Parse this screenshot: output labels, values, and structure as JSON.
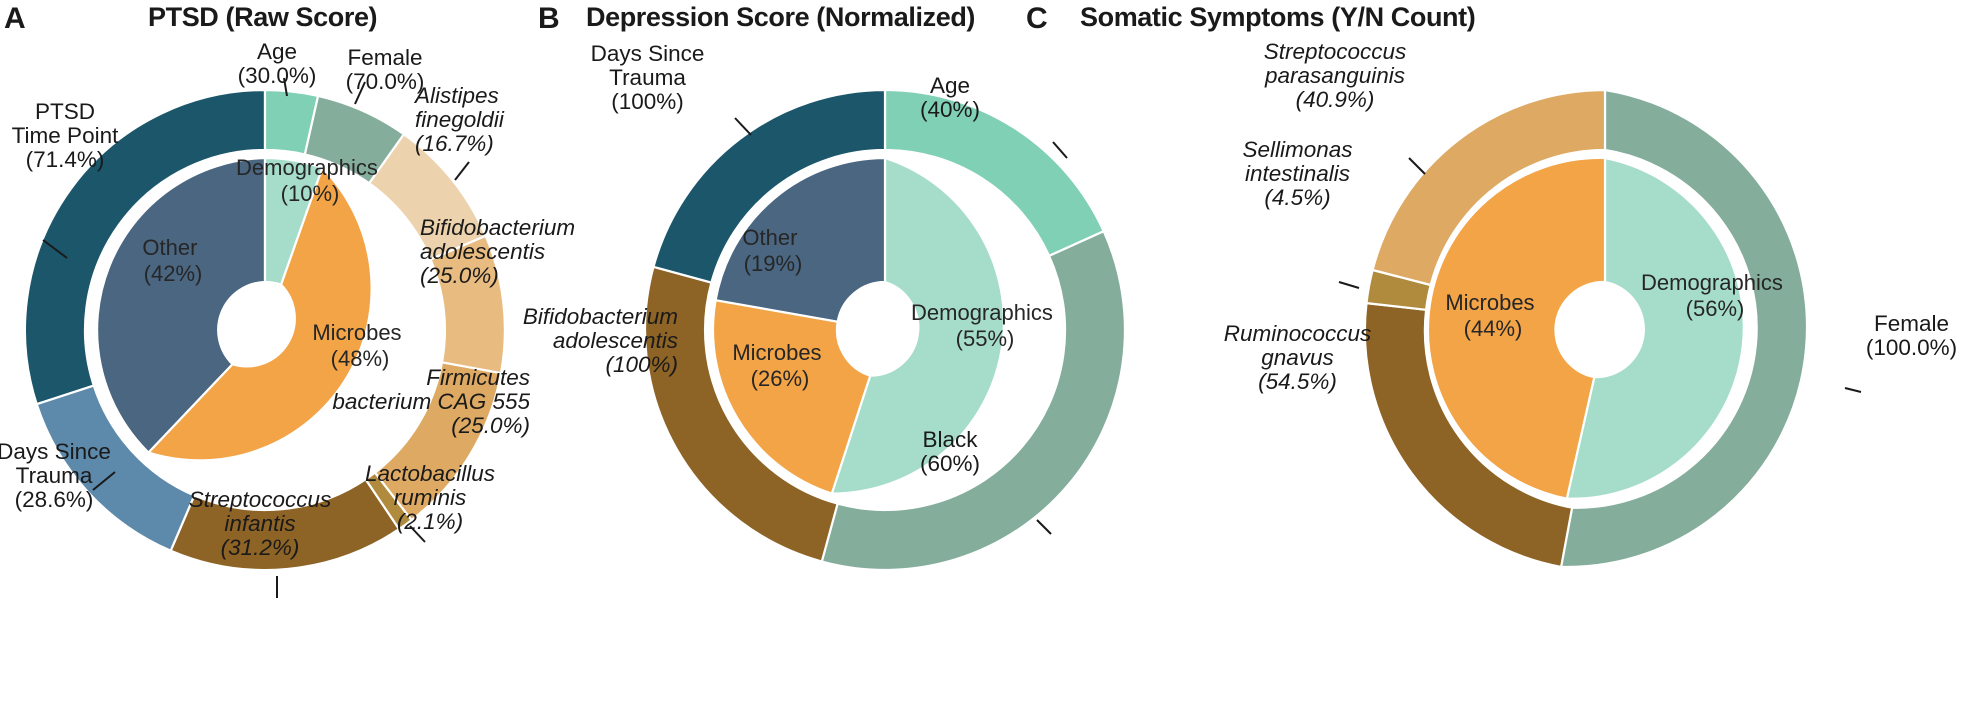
{
  "figure": {
    "background": "#ffffff",
    "palette": {
      "teal_dark": "#1b566b",
      "slate_blue": "#4a6681",
      "steel_blue": "#5d89ab",
      "mint_light": "#a6ddca",
      "mint_mid": "#7fd0b4",
      "sage_green": "#84ad9c",
      "orange": "#f2a447",
      "orange_light": "#edc793",
      "orange_mid": "#dda963",
      "brown": "#8d6326",
      "brown_mid": "#b08a3d",
      "white": "#ffffff",
      "text": "#1a1a1a"
    }
  },
  "panels": [
    {
      "letter": "A",
      "title": "PTSD (Raw Score)",
      "chart_data": {
        "type": "pie",
        "title": "PTSD (Raw Score)",
        "layout": "nested donut (sunburst), 2 rings",
        "inner_ring": {
          "labels": [
            "Other",
            "Demographics",
            "Microbes"
          ],
          "display": [
            "Other\n(42%)",
            "Demographics\n(10%)",
            "Microbes\n(48%)"
          ],
          "values": [
            42,
            10,
            48
          ],
          "colors": [
            "#4a6681",
            "#a6ddca",
            "#f2a447"
          ]
        },
        "outer_ring": {
          "labels": [
            "PTSD Time Point",
            "Days Since Trauma",
            "Age",
            "Female",
            "Alistipes finegoldii",
            "Bifidobacterium adolescentis",
            "Firmicutes bacterium CAG 555",
            "Lactobacillus ruminis",
            "Streptococcus infantis"
          ],
          "values": [
            30.0,
            12.0,
            3.0,
            7.0,
            8.0,
            12.0,
            12.0,
            1.0,
            15.0
          ],
          "percent_labels": [
            "71.4%",
            "28.6%",
            "30.0%",
            "70.0%",
            "16.7%",
            "25.0%",
            "25.0%",
            "2.1%",
            "31.2%"
          ],
          "colors": [
            "#1b566b",
            "#5d89ab",
            "#7fd0b4",
            "#84ad9c",
            "#edc793",
            "#dda963",
            "#c9913f",
            "#b08a3d",
            "#8d6326"
          ]
        }
      },
      "inner_labels": [
        {
          "name": "other",
          "line1": "Other",
          "line2": "(42%)"
        },
        {
          "name": "demographics",
          "line1": "Demographics",
          "line2": "(10%)"
        },
        {
          "name": "microbes",
          "line1": "Microbes",
          "line2": "(48%)"
        }
      ],
      "outer_labels": [
        {
          "name": "ptsd-time-point",
          "lines": [
            "PTSD",
            "Time Point",
            "(71.4%)"
          ],
          "italic": false
        },
        {
          "name": "days-since-trauma",
          "lines": [
            "Days Since",
            "Trauma",
            "(28.6%)"
          ],
          "italic": false
        },
        {
          "name": "age",
          "lines": [
            "Age",
            "(30.0%)"
          ],
          "italic": false
        },
        {
          "name": "female",
          "lines": [
            "Female",
            "(70.0%)"
          ],
          "italic": false
        },
        {
          "name": "alistipes-finegoldii",
          "lines": [
            "Alistipes",
            "finegoldii",
            "(16.7%)"
          ],
          "italic": true
        },
        {
          "name": "bifidobacterium-adolescentis",
          "lines": [
            "Bifidobacterium",
            "adolescentis",
            "(25.0%)"
          ],
          "italic": true
        },
        {
          "name": "firmicutes-bacterium-cag-555",
          "lines": [
            "Firmicutes",
            "bacterium CAG 555",
            "(25.0%)"
          ],
          "italic": true
        },
        {
          "name": "lactobacillus-ruminis",
          "lines": [
            "Lactobacillus",
            "ruminis",
            "(2.1%)"
          ],
          "italic": true
        },
        {
          "name": "streptococcus-infantis",
          "lines": [
            "Streptococcus",
            "infantis",
            "(31.2%)"
          ],
          "italic": true
        }
      ]
    },
    {
      "letter": "B",
      "title": "Depression Score (Normalized)",
      "chart_data": {
        "type": "pie",
        "title": "Depression Score (Normalized)",
        "layout": "nested donut (sunburst), 2 rings",
        "inner_ring": {
          "labels": [
            "Demographics",
            "Microbes",
            "Other"
          ],
          "display": [
            "Demographics\n(55%)",
            "Microbes\n(26%)",
            "Other\n(19%)"
          ],
          "values": [
            55,
            26,
            19
          ],
          "colors": [
            "#a6ddca",
            "#f2a447",
            "#4a6681"
          ]
        },
        "outer_ring": {
          "labels": [
            "Age",
            "Black",
            "Bifidobacterium adolescentis",
            "Days Since Trauma"
          ],
          "values": [
            22,
            33,
            26,
            19
          ],
          "percent_labels": [
            "40%",
            "60%",
            "100%",
            "100%"
          ],
          "colors": [
            "#7fd0b4",
            "#84ad9c",
            "#8d6326",
            "#1b566b"
          ]
        }
      },
      "inner_labels": [
        {
          "name": "demographics",
          "line1": "Demographics",
          "line2": "(55%)"
        },
        {
          "name": "microbes",
          "line1": "Microbes",
          "line2": "(26%)"
        },
        {
          "name": "other",
          "line1": "Other",
          "line2": "(19%)"
        }
      ],
      "outer_labels": [
        {
          "name": "days-since-trauma",
          "lines": [
            "Days Since",
            "Trauma",
            "(100%)"
          ],
          "italic": false
        },
        {
          "name": "age",
          "lines": [
            "Age",
            "(40%)"
          ],
          "italic": false
        },
        {
          "name": "black",
          "lines": [
            "Black",
            "(60%)"
          ],
          "italic": false
        },
        {
          "name": "bifidobacterium-adolescentis",
          "lines": [
            "Bifidobacterium",
            "adolescentis",
            "(100%)"
          ],
          "italic": true
        }
      ]
    },
    {
      "letter": "C",
      "title": "Somatic Symptoms (Y/N Count)",
      "chart_data": {
        "type": "pie",
        "title": "Somatic Symptoms (Y/N Count)",
        "layout": "nested donut (sunburst), 2 rings",
        "inner_ring": {
          "labels": [
            "Demographics",
            "Microbes"
          ],
          "display": [
            "Demographics\n(56%)",
            "Microbes\n(44%)"
          ],
          "values": [
            56,
            44
          ],
          "colors": [
            "#a6ddca",
            "#f2a447"
          ]
        },
        "outer_ring": {
          "labels": [
            "Female",
            "Streptococcus parasanguinis",
            "Sellimonas intestinalis",
            "Ruminococcus gnavus"
          ],
          "values": [
            56,
            18.0,
            2.0,
            24.0
          ],
          "percent_labels": [
            "100.0%",
            "40.9%",
            "4.5%",
            "54.5%"
          ],
          "colors": [
            "#84ad9c",
            "#dda963",
            "#b08a3d",
            "#8d6326"
          ]
        }
      },
      "inner_labels": [
        {
          "name": "demographics",
          "line1": "Demographics",
          "line2": "(56%)"
        },
        {
          "name": "microbes",
          "line1": "Microbes",
          "line2": "(44%)"
        }
      ],
      "outer_labels": [
        {
          "name": "streptococcus-parasanguinis",
          "lines": [
            "Streptococcus",
            "parasanguinis",
            "(40.9%)"
          ],
          "italic": true
        },
        {
          "name": "sellimonas-intestinalis",
          "lines": [
            "Sellimonas",
            "intestinalis",
            "(4.5%)"
          ],
          "italic": true
        },
        {
          "name": "ruminococcus-gnavus",
          "lines": [
            "Ruminococcus",
            "gnavus",
            "(54.5%)"
          ],
          "italic": true
        },
        {
          "name": "female",
          "lines": [
            "Female",
            "(100.0%)"
          ],
          "italic": false
        }
      ]
    }
  ]
}
